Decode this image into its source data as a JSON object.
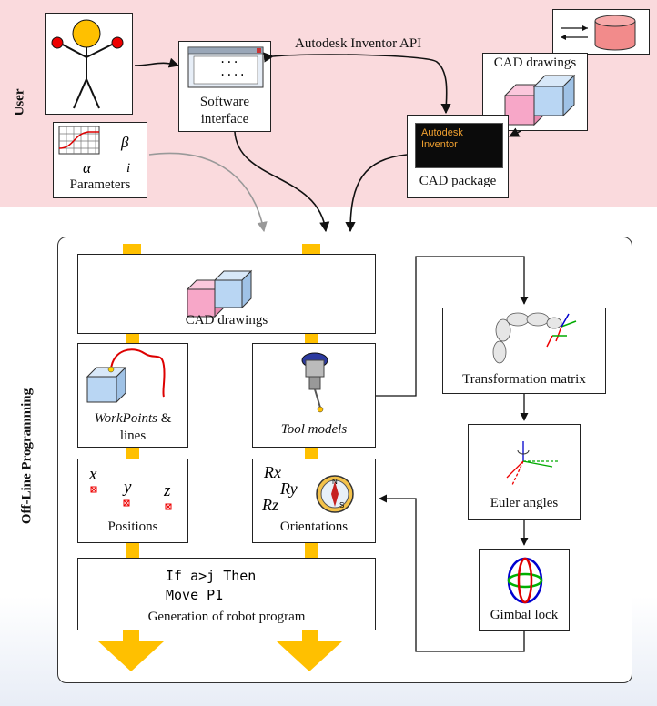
{
  "sections": {
    "user": "User",
    "offline": "Off-Line Programming"
  },
  "top": {
    "software_interface": [
      "Software",
      "interface"
    ],
    "window_dots": [
      "...",
      "...."
    ],
    "api_label": "Autodesk Inventor API",
    "cad_drawings_top": "CAD drawings",
    "inventor_logo": [
      "Autodesk",
      "Inventor"
    ],
    "cad_package": "CAD package",
    "parameters": "Parameters",
    "greek": {
      "beta": "β",
      "alpha": "α",
      "iota": "i"
    }
  },
  "olp": {
    "cad_drawings": "CAD drawings",
    "workpoints": [
      "WorkPoints",
      " &",
      "lines"
    ],
    "tool_models": "Tool models",
    "positions": "Positions",
    "pos_axes": [
      "x",
      "y",
      "z"
    ],
    "orientations": "Orientations",
    "ori_axes": [
      "Rx",
      "Ry",
      "Rz"
    ],
    "compass": [
      "N",
      "S"
    ],
    "program_lines": [
      "If a>j Then",
      "Move P1"
    ],
    "generation": "Generation of robot program",
    "transformation": "Transformation matrix",
    "euler": "Euler angles",
    "gimbal": "Gimbal lock"
  },
  "colors": {
    "user_band": "#fadadd",
    "arrow_gold": "#ffc000",
    "cube_pink": "#f7a7c8",
    "cube_blue": "#b9d6f3",
    "db_red": "#f28b8b"
  }
}
